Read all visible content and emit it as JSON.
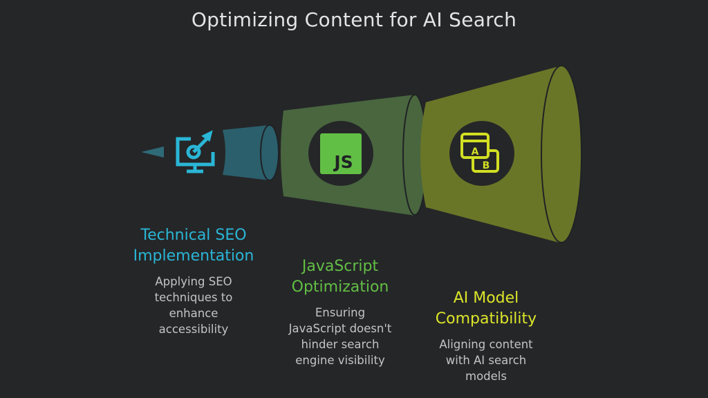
{
  "title": "Optimizing Content for AI Search",
  "stages": [
    {
      "heading": [
        "Technical SEO",
        "Implementation"
      ],
      "description": [
        "Applying SEO",
        "techniques to",
        "enhance",
        "accessibility"
      ],
      "color": "#2ab6d6",
      "icon": "monitor-target-icon"
    },
    {
      "heading": [
        "JavaScript",
        "Optimization"
      ],
      "description": [
        "Ensuring",
        "JavaScript doesn't",
        "hinder search",
        "engine visibility"
      ],
      "color": "#62bf45",
      "icon": "javascript-icon"
    },
    {
      "heading": [
        "AI Model",
        "Compatibility"
      ],
      "description": [
        "Aligning content",
        "with AI search",
        "models"
      ],
      "color": "#dce62a",
      "icon": "ab-test-icon"
    }
  ],
  "js_icon_text": "JS",
  "ab_icon_text": [
    "A",
    "B"
  ]
}
